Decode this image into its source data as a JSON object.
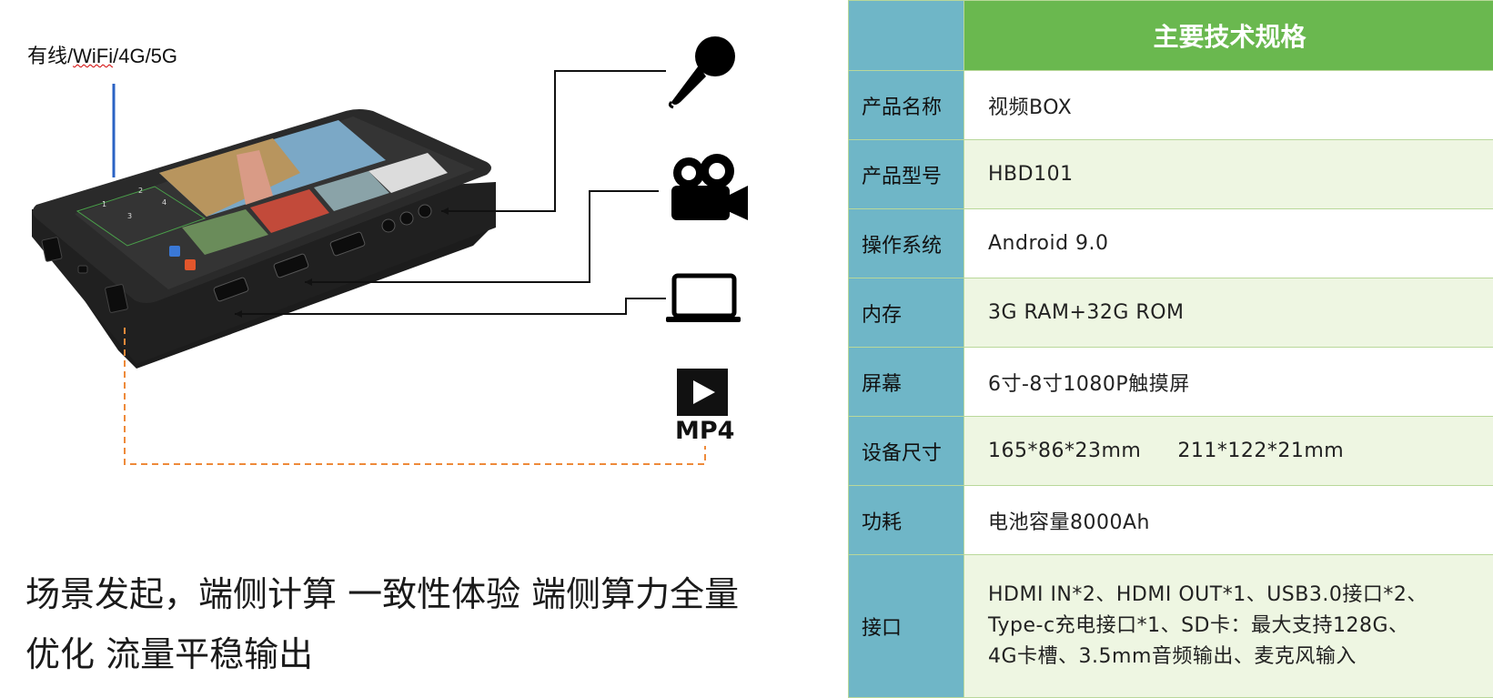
{
  "diagram": {
    "network_label": "有线/WiFi/4G/5G",
    "network_label_part1": "有线/",
    "network_label_part2": "WiFi",
    "network_label_part3": "/4G/5G",
    "mp4_label": "MP4",
    "icons": [
      "microphone-icon",
      "video-camera-icon",
      "laptop-icon",
      "play-mp4-icon"
    ],
    "colors": {
      "line": "#111111",
      "network_line": "#2b63c4",
      "dashed_line": "#ee8a3a"
    }
  },
  "caption": {
    "line1": "场景发起，端侧计算  一致性体验  端侧算力全量",
    "line2": "优化  流量平稳输出"
  },
  "spec": {
    "title": "主要技术规格",
    "rows": [
      {
        "label": "产品名称",
        "value": "视频BOX"
      },
      {
        "label": "产品型号",
        "value": "HBD101"
      },
      {
        "label": "操作系统",
        "value": "Android 9.0"
      },
      {
        "label": "内存",
        "value": "3G RAM+32G ROM"
      },
      {
        "label": "屏幕",
        "value": "6寸-8寸1080P触摸屏"
      },
      {
        "label": "设备尺寸",
        "value_a": "165*86*23mm",
        "value_b": "211*122*21mm"
      },
      {
        "label": "功耗",
        "value": "电池容量8000Ah"
      },
      {
        "label": "接口",
        "lines": [
          "HDMI IN*2、HDMI OUT*1、USB3.0接口*2、",
          "Type-c充电接口*1、SD卡：最大支持128G、",
          "4G卡槽、3.5mm音频输出、麦克风输入"
        ]
      }
    ],
    "colors": {
      "header_left": "#6fb6c7",
      "header_right": "#6ab84f",
      "label_bg": "#6fb6c7",
      "alt_row": "#eef6e2"
    }
  }
}
